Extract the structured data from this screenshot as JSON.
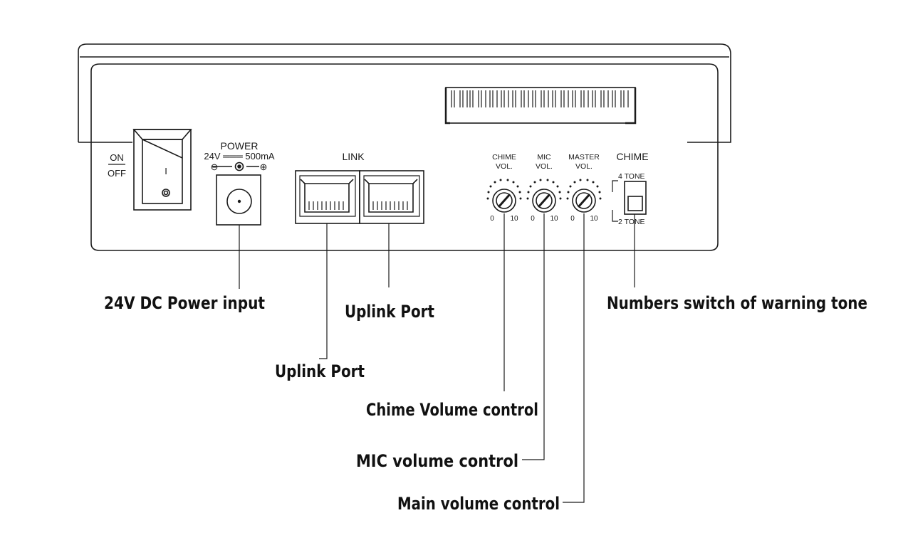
{
  "panel": {
    "switch": {
      "on": "ON",
      "off": "OFF",
      "rocker_mark": "I"
    },
    "power": {
      "title": "POWER",
      "rating": "24V ═══ 500mA",
      "minus": "⊖",
      "plus": "⊕"
    },
    "link": {
      "title": "LINK"
    },
    "knobs": [
      {
        "label_line1": "CHIME",
        "label_line2": "VOL.",
        "min": "0",
        "max": "10"
      },
      {
        "label_line1": "MIC",
        "label_line2": "VOL.",
        "min": "0",
        "max": "10"
      },
      {
        "label_line1": "MASTER",
        "label_line2": "VOL.",
        "min": "0",
        "max": "10"
      }
    ],
    "chime_switch": {
      "title": "CHIME",
      "upper": "4 TONE",
      "lower": "2 TONE"
    }
  },
  "callouts": {
    "power_input": "24V DC Power input",
    "uplink_port_1": "Uplink Port",
    "uplink_port_2": "Uplink Port",
    "chime_volume": "Chime Volume control",
    "mic_volume": "MIC volume control",
    "main_volume": "Main volume control",
    "tone_switch": "Numbers switch of warning tone"
  }
}
